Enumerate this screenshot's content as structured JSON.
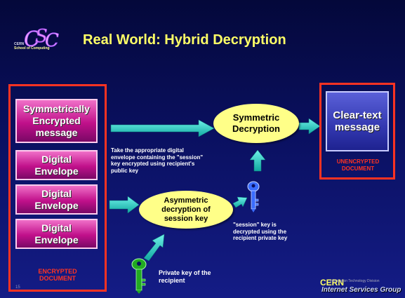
{
  "title": "Real World: Hybrid Decryption",
  "logo": {
    "lines": [
      "CERN",
      "School of Computing"
    ]
  },
  "left_boxes": {
    "symmetric": "Symmetrically Encrypted message",
    "envelope1": "Digital Envelope",
    "envelope2": "Digital Envelope",
    "envelope3": "Digital Envelope",
    "label": "ENCRYPTED DOCUMENT"
  },
  "ellipses": {
    "symmetric": "Symmetric Decryption",
    "asymmetric": "Asymmetric decryption of session key"
  },
  "clear_box": {
    "text": "Clear-text message",
    "label": "UNENCRYPTED DOCUMENT"
  },
  "notes": {
    "envelope": "Take the appropriate digital envelope containing the \"session\" key encrypted using recipient's public key",
    "session_key": "\"session\" key is decrypted using the recipient private key",
    "private_key": "Private key of the recipient"
  },
  "footer": {
    "cern": "CERN",
    "division": "Information Technology Division",
    "group": "Internet Services Group"
  },
  "colors": {
    "title": "#ffff66",
    "highlight_border": "#ff3322",
    "arrow": "#20c0b8",
    "ellipse_fill": "#ffff88",
    "green_key": "#22aa22",
    "blue_key": "#3366ff"
  },
  "icons": [
    "csc-logo-icon",
    "green-key-icon",
    "blue-key-icon",
    "arrow-icon"
  ]
}
